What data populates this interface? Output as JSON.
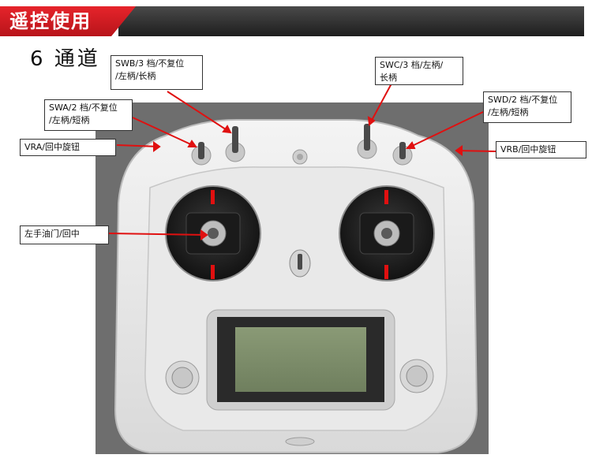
{
  "header": {
    "title": "遥控使用"
  },
  "channel_count": "6 通道",
  "callouts": {
    "swb": [
      "SWB/3 档/不复位",
      "/左柄/长柄"
    ],
    "swc": [
      "SWC/3 档/左柄/",
      "长柄"
    ],
    "swa": [
      "SWA/2 档/不复位",
      "/左柄/短柄"
    ],
    "swd": [
      "SWD/2 档/不复位",
      "/左柄/短柄"
    ],
    "vra": [
      "VRA/回中旋钮"
    ],
    "vrb": [
      "VRB/回中旋钮"
    ],
    "throttle": [
      "左手油门/回中"
    ]
  },
  "colors": {
    "accent_red": "#d81e26",
    "header_dark": "#2b2b2b",
    "photo_bg": "#6e6e6e",
    "pointer_red": "#e01010"
  }
}
